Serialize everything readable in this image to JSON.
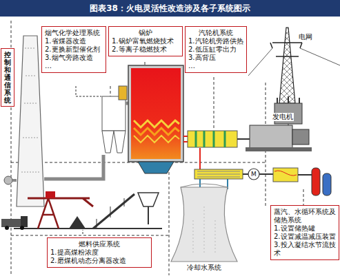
{
  "diagram": {
    "title": "图表38：火电灵活性改造涉及各子系统图示",
    "nodes": [
      {
        "text": [
          "烟气化学处理系统",
          "1.省煤器改造",
          "2.更换新型催化剂",
          "3.烟气旁路改造",
          "…"
        ]
      },
      {
        "text": [
          "锅炉",
          "1.锅炉富氧燃烧技术",
          "2.等离子稳燃技术"
        ]
      },
      {
        "text": [
          "汽轮机系统",
          "1.汽轮机旁路供热",
          "2.低压缸零出力",
          "3.高背压",
          "…"
        ]
      },
      {
        "text": [
          "控制和通信系统"
        ]
      },
      {
        "text": [
          "燃料供应系统",
          "1.提高煤粉浓度",
          "2.磨煤机动态分离器改造"
        ]
      },
      {
        "text": [
          "蒸汽、水循环系统及储热系统",
          "1.设置储热罐",
          "2.设置减温减压装置",
          "3.投入凝结水节流技术"
        ]
      }
    ],
    "labels": [
      "电网",
      "发电机",
      "冷却水系统",
      "M"
    ]
  }
}
